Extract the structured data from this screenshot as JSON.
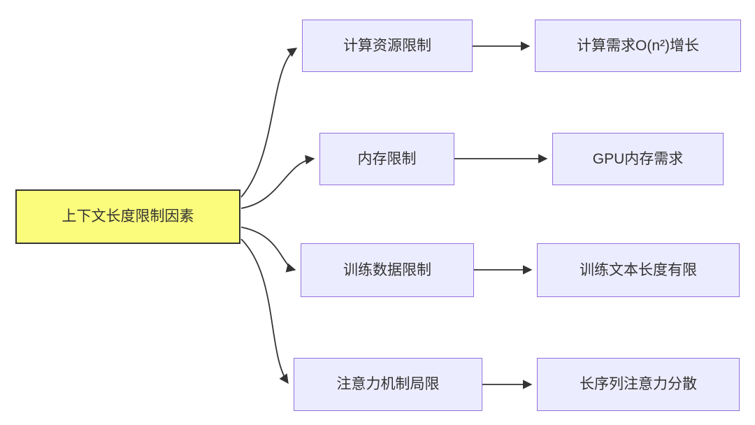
{
  "diagram": {
    "type": "flowchart",
    "direction": "LR",
    "root": {
      "id": "root",
      "label": "上下文长度限制因素"
    },
    "branches": [
      {
        "mid": {
          "id": "compute-limit",
          "label": "计算资源限制"
        },
        "leaf": {
          "id": "compute-growth",
          "label": "计算需求O(n²)增长"
        }
      },
      {
        "mid": {
          "id": "memory-limit",
          "label": "内存限制"
        },
        "leaf": {
          "id": "gpu-memory-need",
          "label": "GPU内存需求"
        }
      },
      {
        "mid": {
          "id": "training-data-limit",
          "label": "训练数据限制"
        },
        "leaf": {
          "id": "training-text-len",
          "label": "训练文本长度有限"
        }
      },
      {
        "mid": {
          "id": "attention-limit",
          "label": "注意力机制局限"
        },
        "leaf": {
          "id": "attention-dispersal",
          "label": "长序列注意力分散"
        }
      }
    ],
    "colors": {
      "node_fill": "#ECECFF",
      "node_border": "#9370DB",
      "root_fill": "#FCFC7C",
      "root_border": "#333333",
      "edge": "#333333",
      "text": "#333333"
    }
  }
}
